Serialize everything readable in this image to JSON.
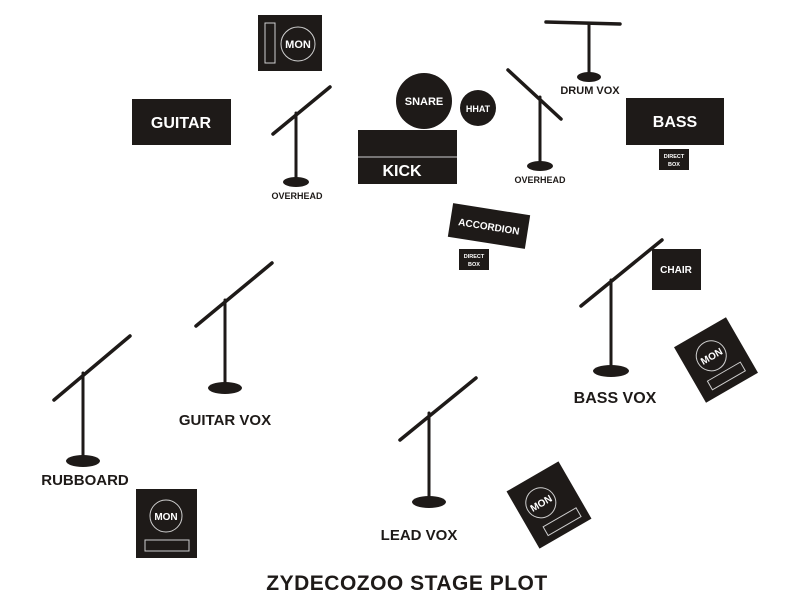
{
  "title": "ZYDECOZOO STAGE PLOT",
  "colors": {
    "ink": "#1e1a18",
    "background": "#ffffff"
  },
  "instruments": {
    "guitar": "GUITAR",
    "bass": "BASS",
    "kick": "KICK",
    "snare": "SNARE",
    "hhat": "HHAT",
    "accordion": "ACCORDION",
    "chair": "CHAIR"
  },
  "direct_box": {
    "line1": "DIRECT",
    "line2": "BOX"
  },
  "monitor_label": "MON",
  "mics": {
    "overhead_left": "OVERHEAD",
    "overhead_right": "OVERHEAD",
    "drum_vox": "DRUM VOX",
    "guitar_vox": "GUITAR VOX",
    "rubboard": "RUBBOARD",
    "lead_vox": "LEAD VOX",
    "bass_vox": "BASS VOX"
  }
}
